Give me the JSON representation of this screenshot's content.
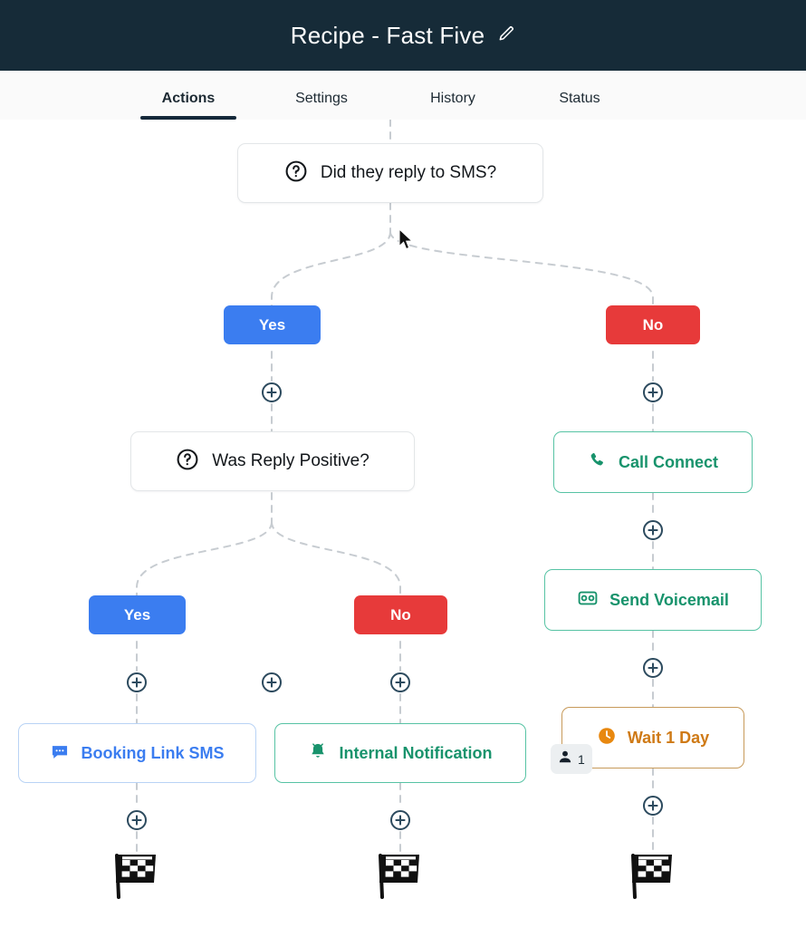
{
  "header": {
    "title": "Recipe - Fast Five",
    "edit_icon": "pencil-icon",
    "background": "#162b38"
  },
  "tabs": [
    {
      "label": "Actions",
      "active": true
    },
    {
      "label": "Settings",
      "active": false
    },
    {
      "label": "History",
      "active": false
    },
    {
      "label": "Status",
      "active": false
    }
  ],
  "colors": {
    "yes": "#3b7df0",
    "no": "#e73a3a",
    "green": "#18936c",
    "blue": "#3b7df0",
    "amber": "#cf7a16",
    "edge": "#c7ccd1",
    "plus": "#2c4a5e"
  },
  "flow": {
    "decisions": [
      {
        "id": "d1",
        "label": "Did they reply to SMS?",
        "icon": "question-circle-icon"
      },
      {
        "id": "d2",
        "label": "Was Reply Positive?",
        "icon": "question-circle-icon"
      }
    ],
    "branch_labels": [
      {
        "id": "b1-yes",
        "label": "Yes",
        "variant": "yes"
      },
      {
        "id": "b1-no",
        "label": "No",
        "variant": "no"
      },
      {
        "id": "b2-yes",
        "label": "Yes",
        "variant": "yes"
      },
      {
        "id": "b2-no",
        "label": "No",
        "variant": "no"
      }
    ],
    "actions": [
      {
        "id": "a-call",
        "label": "Call Connect",
        "icon": "phone-icon",
        "variant": "green"
      },
      {
        "id": "a-vm",
        "label": "Send Voicemail",
        "icon": "voicemail-icon",
        "variant": "green"
      },
      {
        "id": "a-wait",
        "label": "Wait 1 Day",
        "icon": "clock-icon",
        "variant": "amber"
      },
      {
        "id": "a-sms",
        "label": "Booking Link SMS",
        "icon": "sms-icon",
        "variant": "blue"
      },
      {
        "id": "a-notif",
        "label": "Internal Notification",
        "icon": "bell-icon",
        "variant": "green"
      }
    ],
    "add_buttons": [
      {
        "id": "p1",
        "icon": "plus-circle-icon"
      },
      {
        "id": "p2",
        "icon": "plus-circle-icon"
      },
      {
        "id": "p3",
        "icon": "plus-circle-icon"
      },
      {
        "id": "p4",
        "icon": "plus-circle-icon"
      },
      {
        "id": "p5",
        "icon": "plus-circle-icon"
      },
      {
        "id": "p6",
        "icon": "plus-circle-icon"
      },
      {
        "id": "p7",
        "icon": "plus-circle-icon"
      },
      {
        "id": "p8",
        "icon": "plus-circle-icon"
      }
    ],
    "end_markers": [
      {
        "id": "e1",
        "icon": "checkered-flag-icon"
      },
      {
        "id": "e2",
        "icon": "checkered-flag-icon"
      },
      {
        "id": "e3",
        "icon": "checkered-flag-icon"
      }
    ],
    "people_badge": {
      "count": "1",
      "icon": "person-icon"
    }
  }
}
